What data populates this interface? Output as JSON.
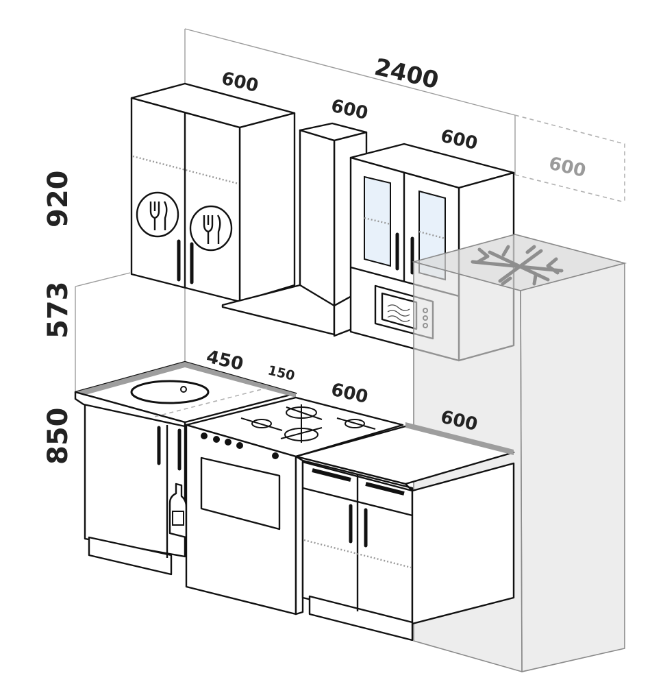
{
  "dimensions": {
    "total_width": "2400",
    "upper_cabinet_left": "600",
    "hood_section": "600",
    "upper_cabinet_right": "600",
    "fridge_top_width": "600",
    "upper_height": "920",
    "backsplash_height": "573",
    "base_height": "850",
    "worktop_left": "450",
    "bottle_rack": "150",
    "stove_width": "600",
    "fridge_depth": "600"
  },
  "icons": {
    "utensils": "fork-knife-icon",
    "snowflake": "snowflake-icon",
    "microwave": "microwave-icon",
    "bottle": "bottle-icon",
    "sink": "sink-icon",
    "burners": "gas-burner-icon"
  },
  "colors": {
    "line": "#111111",
    "fridge_fill": "#e2e2e2",
    "fridge_stroke": "#8a8a8a",
    "ghost_text": "#9a9a9a",
    "worktop_edge": "#9e9e9e"
  }
}
